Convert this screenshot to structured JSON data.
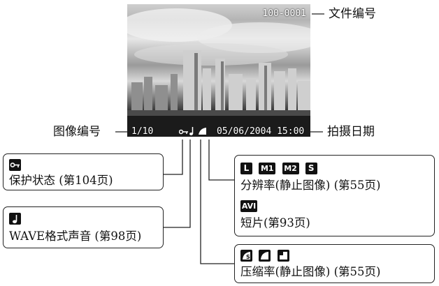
{
  "screen": {
    "file_no": "100-0001",
    "image_no": "1/10",
    "datetime": "05/06/2004 15:00"
  },
  "labels": {
    "file_number": "文件编号",
    "image_number": "图像编号",
    "shoot_date": "拍摄日期"
  },
  "boxes": {
    "protect": {
      "text": "保护状态 (第104页)"
    },
    "wave": {
      "text": "WAVE格式声音 (第98页)"
    },
    "resolution": {
      "icons": [
        "L",
        "M1",
        "M2",
        "S"
      ],
      "text": "分辨率(静止图像) (第55页)",
      "avi_icon": "AVI",
      "movie_text": "短片(第93页)"
    },
    "compression": {
      "text": "压缩率(静止图像)  (第55页)"
    }
  },
  "icons": {
    "key": "key-icon",
    "note": "music-note-icon",
    "superfine": "compression-superfine-icon",
    "fine": "compression-fine-icon",
    "normal": "compression-normal-icon"
  }
}
